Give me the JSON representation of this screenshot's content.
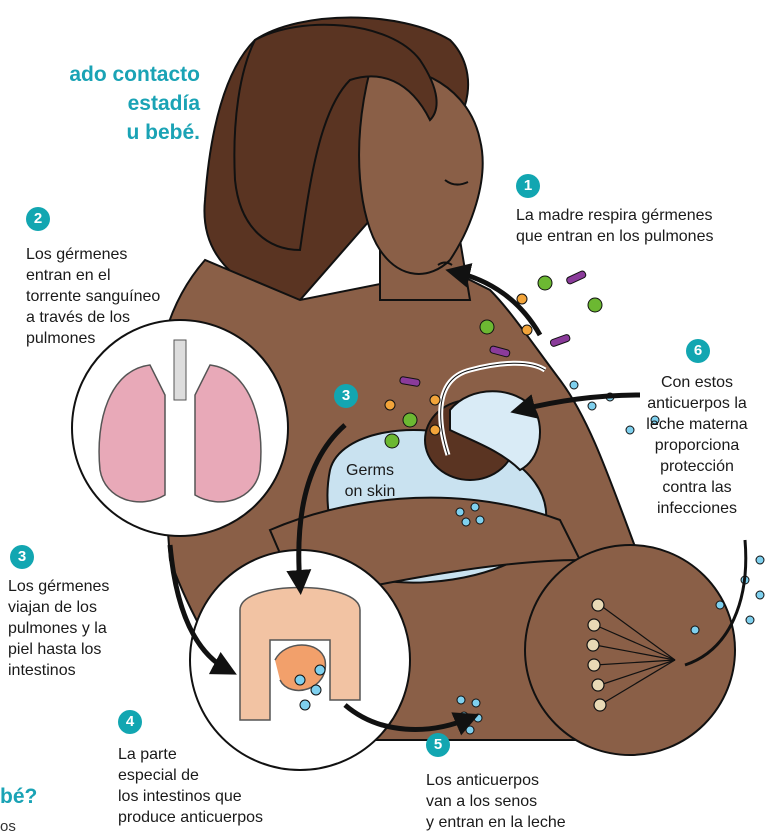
{
  "headline": [
    "ado contacto",
    "estadía",
    "u bebé."
  ],
  "subheading": "bé?",
  "fragment": "os",
  "steps": [
    {
      "num": "1",
      "text": [
        "La madre respira gérmenes",
        "que entran en los pulmones"
      ]
    },
    {
      "num": "2",
      "text": [
        "Los gérmenes",
        "entran en el",
        "torrente sanguíneo",
        "a través de los",
        "pulmones"
      ]
    },
    {
      "num": "3",
      "text": [
        "Germs",
        "on skin"
      ]
    },
    {
      "num": "3",
      "text": [
        "Los gérmenes",
        "viajan de los",
        "pulmones y la",
        "piel hasta los",
        "intestinos"
      ]
    },
    {
      "num": "4",
      "text": [
        "La parte",
        "especial de",
        "los intestinos que",
        "produce anticuerpos"
      ]
    },
    {
      "num": "5",
      "text": [
        "Los anticuerpos",
        "van a los senos",
        "y entran en la leche"
      ]
    },
    {
      "num": "6",
      "text": [
        "Con estos",
        "anticuerpos la",
        "leche materna",
        "proporciona",
        "protección",
        "contra las",
        "infecciones"
      ]
    }
  ],
  "colors": {
    "accent": "#12a6b1",
    "skin": "#8a5f47",
    "hair": "#5a3422",
    "germ_green": "#6cb832",
    "germ_purple": "#8a3b9a",
    "germ_orange": "#f2a43a",
    "antibody_blue": "#7fd0ee"
  }
}
